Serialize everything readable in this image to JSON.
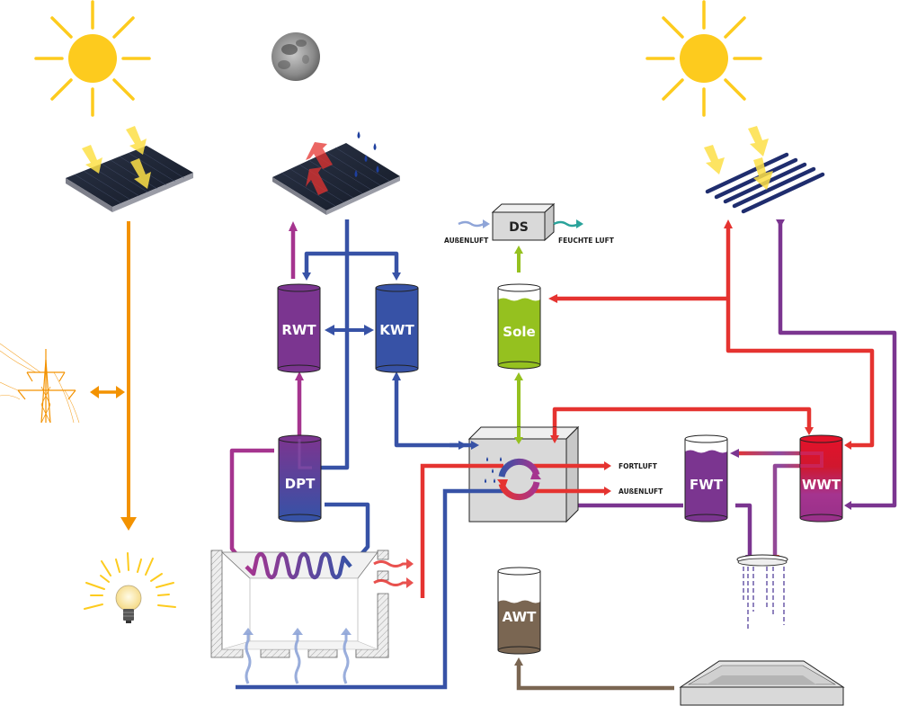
{
  "title": "Solar energy, cooling and water treatment system diagram",
  "colors": {
    "sun": "#fdcb1e",
    "electric": "#f39200",
    "hot": "#e53330",
    "cold": "#3752a6",
    "purple": "#7b3590",
    "magenta": "#a5348f",
    "sole": "#95c11f",
    "wastewater": "#7a6652",
    "panel": "#1e2535",
    "collector": "#1f2d6e",
    "box": "#d9d9d9"
  },
  "elements": {
    "sun_left": {
      "icon": "sun-icon"
    },
    "sun_right": {
      "icon": "sun-icon"
    },
    "moon": {
      "icon": "moon-icon"
    },
    "pv_panel_day": {
      "icon": "solar-panel-icon"
    },
    "pv_panel_night": {
      "icon": "solar-panel-icon"
    },
    "thermal_collector": {
      "icon": "tube-collector-icon"
    },
    "power_pylon": {
      "icon": "power-pylon-icon"
    },
    "light_bulb": {
      "icon": "light-bulb-icon"
    },
    "shower": {
      "icon": "shower-icon"
    },
    "basin": {
      "icon": "basin-icon"
    }
  },
  "tanks": {
    "rwt": "RWT",
    "kwt": "KWT",
    "dpt": "DPT",
    "sole": "Sole",
    "fwt": "FWT",
    "wwt": "WWT",
    "awt": "AWT"
  },
  "ds": {
    "label": "DS",
    "input_label": "AUßENLUFT",
    "output_label": "FEUCHTE LUFT"
  },
  "exchanger": {
    "fortluft_label": "FORTLUFT",
    "aussenluft_label": "AUßENLUFT"
  }
}
